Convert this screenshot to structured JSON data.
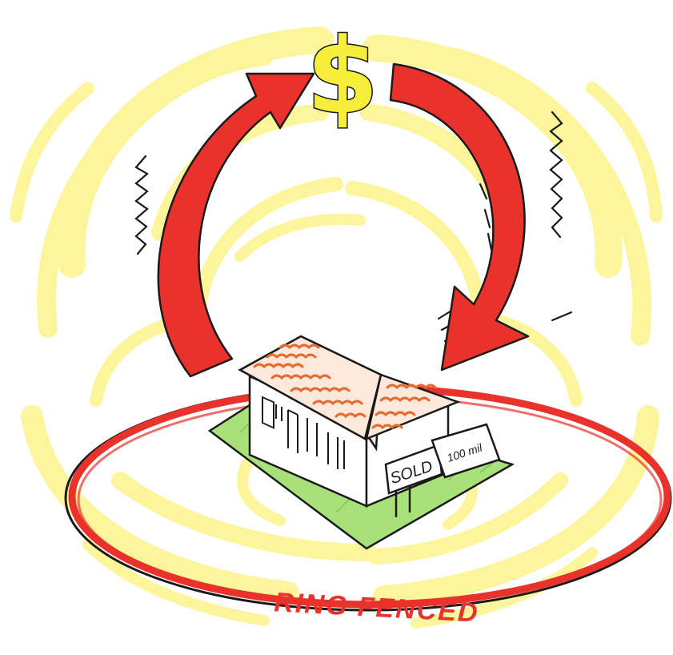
{
  "illustration": {
    "currency_symbol": "$",
    "sold_sign": "SOLD",
    "price_tag": "100 mil",
    "ring_label": "RING FENCED"
  },
  "icons": [
    "dollar-icon",
    "house-icon",
    "cycle-arrow-icon"
  ],
  "colors": {
    "arrow_red": "#e8322b",
    "highlight_yellow": "#fbf27a",
    "dollar_yellow": "#f7ee3c",
    "roof_orange": "#e56a2e",
    "lawn_green": "#a8e07a",
    "outline": "#1a1a1a"
  }
}
